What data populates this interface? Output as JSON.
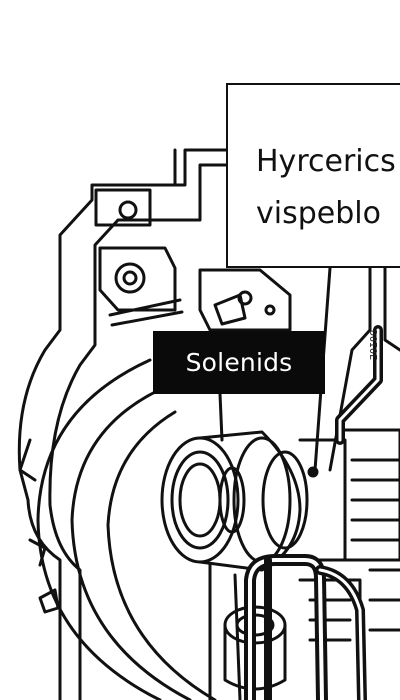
{
  "callout": {
    "line1": "Hyrcerics",
    "line2": "vispeblo"
  },
  "label": {
    "text": "Solenids"
  },
  "stamp": {
    "text": "D0I0E"
  },
  "colors": {
    "ink": "#111111",
    "paper": "#ffffff",
    "label_bg": "#0a0a0a",
    "label_text": "#ffffff"
  }
}
